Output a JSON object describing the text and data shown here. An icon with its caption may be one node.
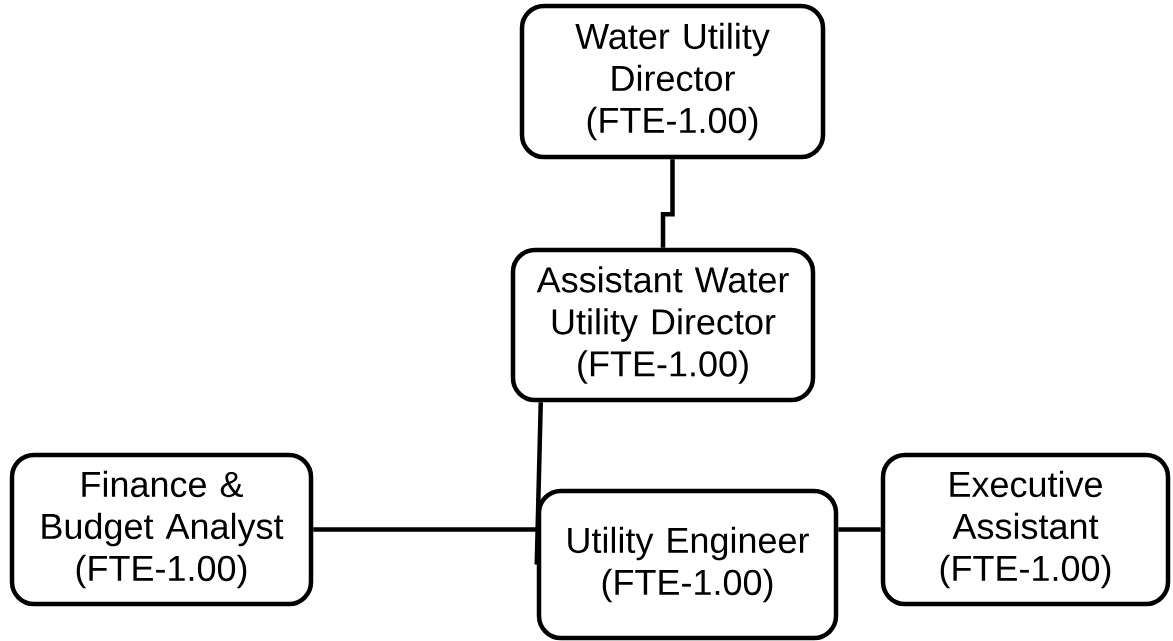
{
  "diagram": {
    "nodes": [
      {
        "text": [
          "Water Utility Director (FTE-1.00)"
        ]
      },
      {
        "text": [
          "Assistant Water Utility Director (FTE-1.00)"
        ]
      },
      {
        "text": [
          "Finance & Budget Analyst (FTE-1.00)"
        ]
      },
      {
        "text": [
          "Utility Engineer (FTE-1.00)"
        ]
      },
      {
        "text": [
          "Executive Assistant (FTE-1.00)"
        ]
      }
    ],
    "edges": [
      {
        "from": 0,
        "to": 1,
        "arrow": "none"
      },
      {
        "from": 1,
        "to": 3,
        "arrow": "none"
      },
      {
        "from": 2,
        "to": 3,
        "arrow": "none"
      },
      {
        "from": 3,
        "to": 4,
        "arrow": "none"
      }
    ]
  }
}
